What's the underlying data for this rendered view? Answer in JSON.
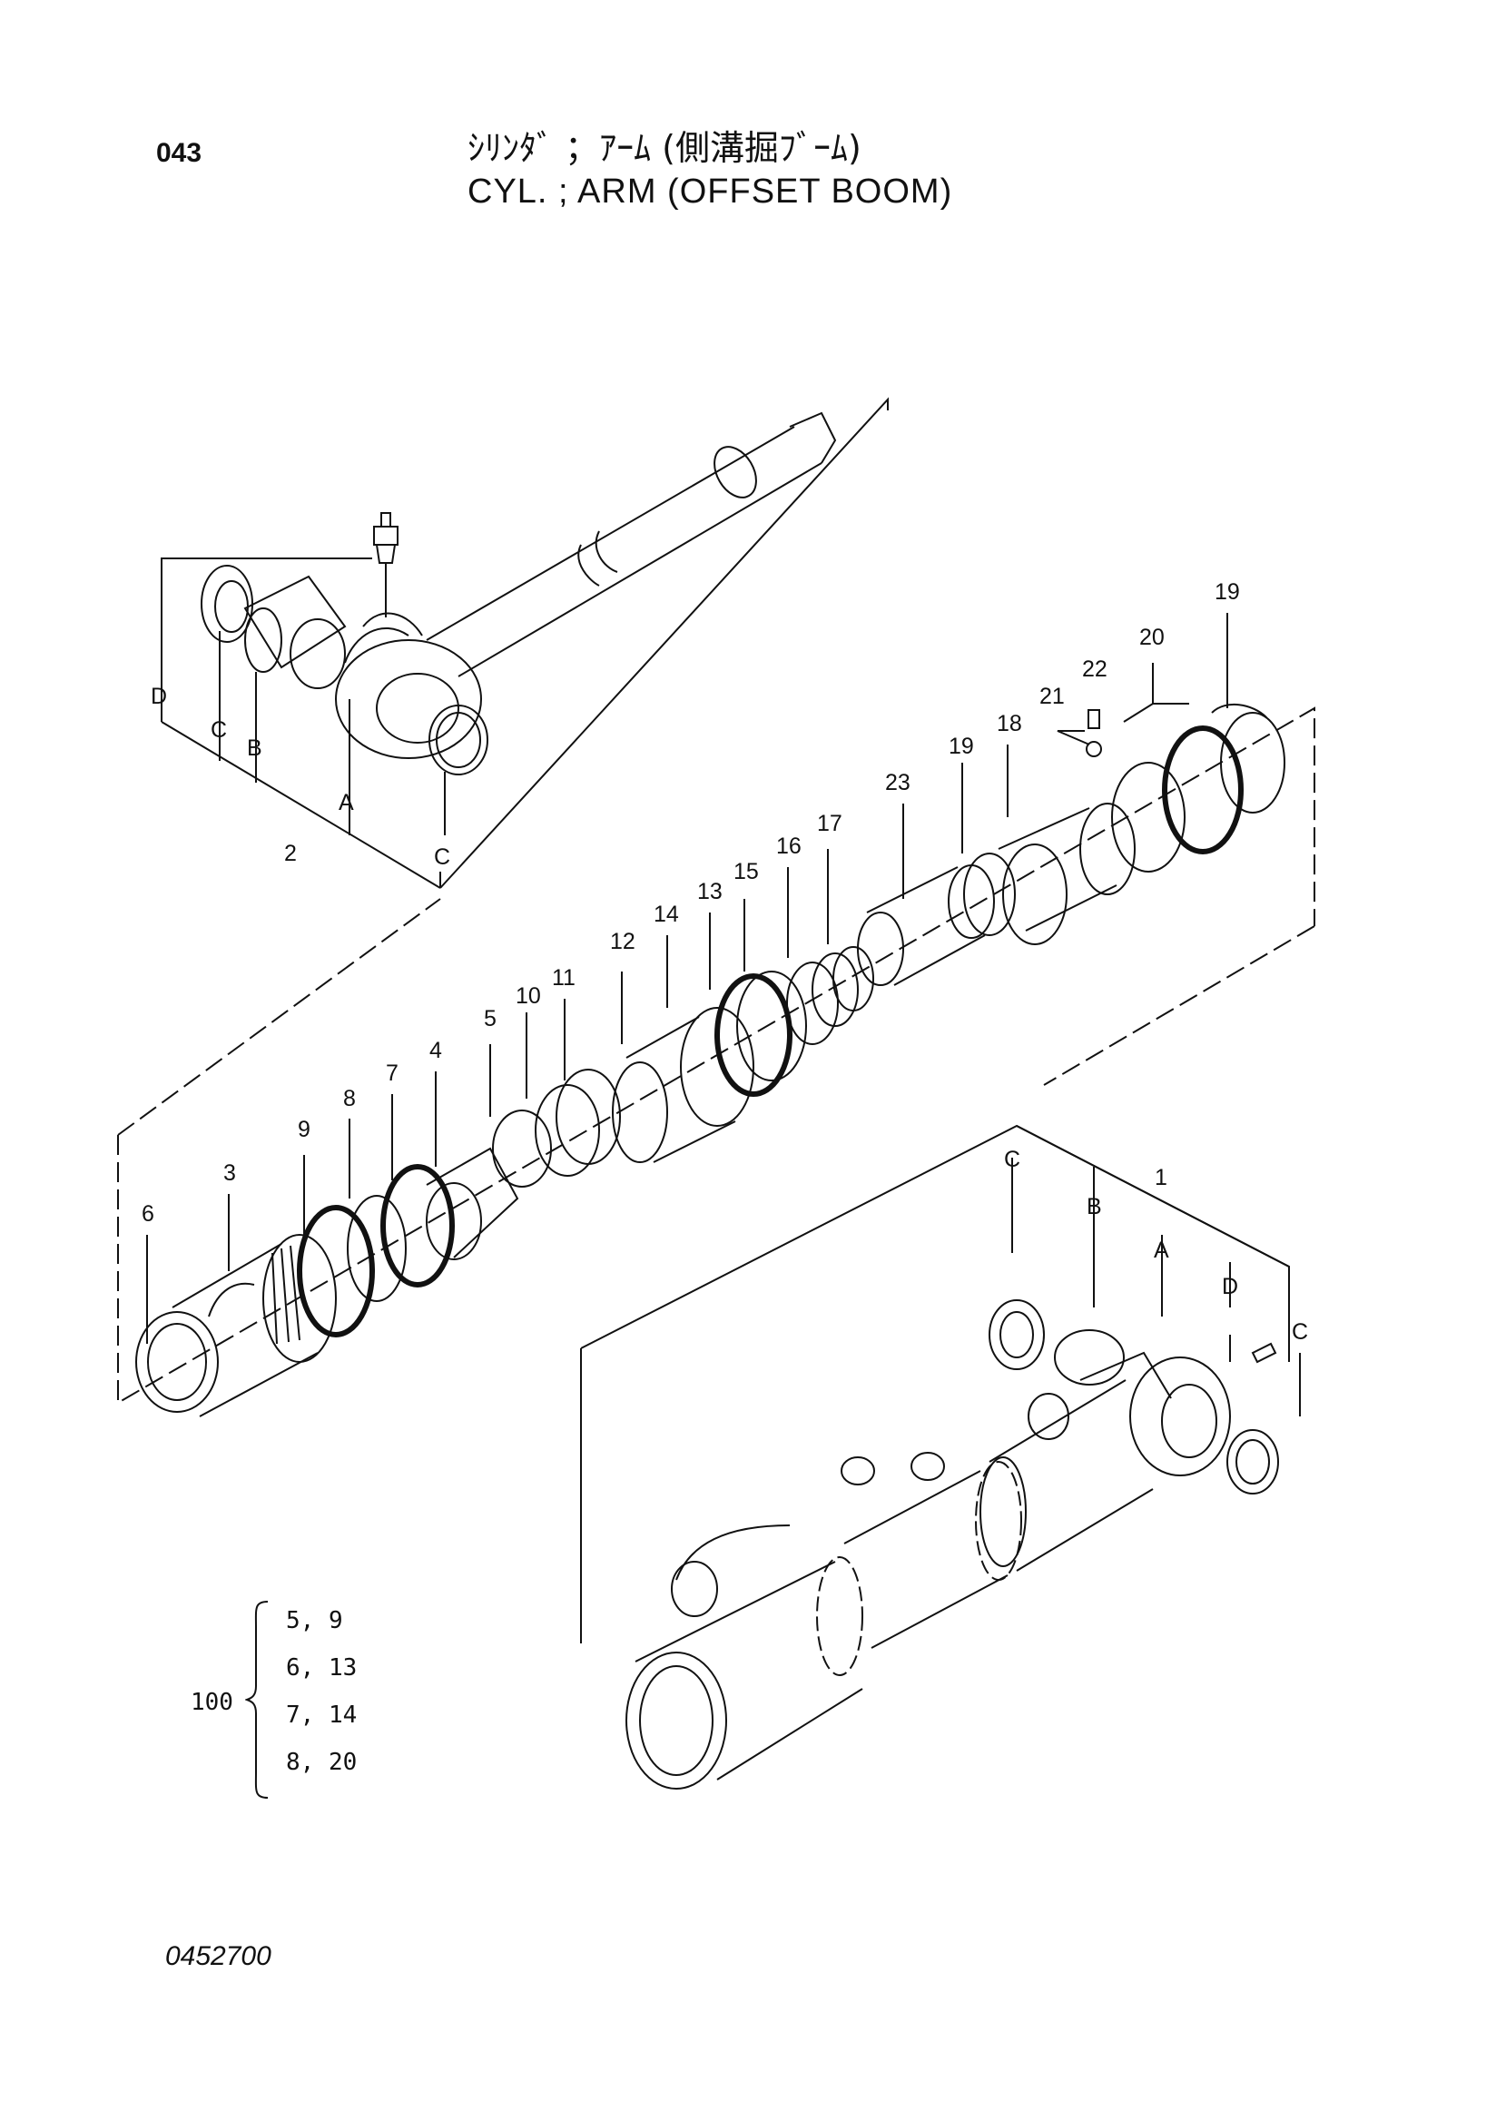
{
  "header": {
    "page_number": "043",
    "title_jp": "ｼﾘﾝﾀﾞ ；ｱｰﾑ (側溝掘ﾌﾞｰﾑ)",
    "title_en": "CYL. ; ARM (OFFSET  BOOM)"
  },
  "callouts": {
    "p1": "1",
    "p2": "2",
    "p3": "3",
    "p4": "4",
    "p5": "5",
    "p6": "6",
    "p7": "7",
    "p8": "8",
    "p9": "9",
    "p10": "10",
    "p11": "11",
    "p12": "12",
    "p13": "13",
    "p14": "14",
    "p15": "15",
    "p16": "16",
    "p17": "17",
    "p18": "18",
    "p19": "19",
    "p20": "20",
    "p21": "21",
    "p22": "22",
    "p23": "23"
  },
  "letters": {
    "a": "A",
    "b": "B",
    "c": "C",
    "d": "D"
  },
  "kit": {
    "label": "100",
    "rows": [
      "5,  9",
      "6, 13",
      "7, 14",
      "8, 20"
    ]
  },
  "footer": {
    "drawing_number": "0452700"
  }
}
